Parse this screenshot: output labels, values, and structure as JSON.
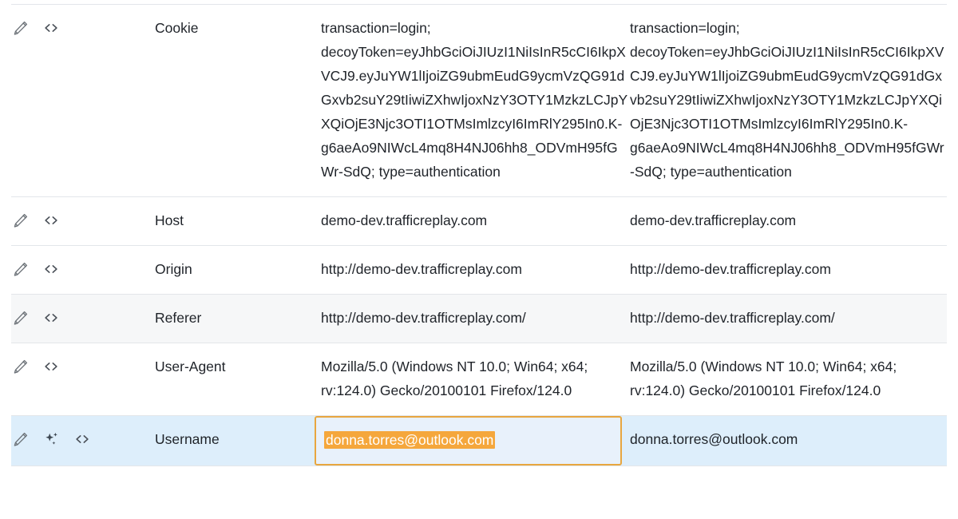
{
  "table": {
    "columns": [
      "actions",
      "header-name",
      "original-value",
      "replay-value"
    ],
    "rows": [
      {
        "name": "Cookie",
        "value1": "transaction=login; decoyToken=eyJhbGciOiJIUzI1NiIsInR5cCI6IkpXVCJ9.eyJuYW1lIjoiZG9ubmEudG9ycmVzQG91dGxvb2suY29tIiwiZXhwIjoxNzY3OTY1MzkzLCJpYXQiOjE3Njc3OTI1OTMsImlzcyI6ImRlY295In0.K-g6aeAo9NIWcL4mq8H4NJ06hh8_ODVmH95fGWr-SdQ; type=authentication",
        "value2": "transaction=login; decoyToken=eyJhbGciOiJIUzI1NiIsInR5cCI6IkpXVCJ9.eyJuYW1lIjoiZG9ubmEudG9ycmVzQG91dGxvb2suY29tIiwiZXhwIjoxNzY3OTY1MzkzLCJpYXQiOjE3Njc3OTI1OTMsImlzcyI6ImRlY295In0.K-g6aeAo9NIWcL4mq8H4NJ06hh8_ODVmH95fGWr-SdQ; type=authentication",
        "zebra": false,
        "selected": false,
        "has_sparkle": false,
        "editing": false
      },
      {
        "name": "Host",
        "value1": "demo-dev.trafficreplay.com",
        "value2": "demo-dev.trafficreplay.com",
        "zebra": false,
        "selected": false,
        "has_sparkle": false,
        "editing": false
      },
      {
        "name": "Origin",
        "value1": "http://demo-dev.trafficreplay.com",
        "value2": "http://demo-dev.trafficreplay.com",
        "zebra": false,
        "selected": false,
        "has_sparkle": false,
        "editing": false
      },
      {
        "name": "Referer",
        "value1": "http://demo-dev.trafficreplay.com/",
        "value2": "http://demo-dev.trafficreplay.com/",
        "zebra": true,
        "selected": false,
        "has_sparkle": false,
        "editing": false
      },
      {
        "name": "User-Agent",
        "value1": "Mozilla/5.0 (Windows NT 10.0; Win64; x64; rv:124.0) Gecko/20100101 Firefox/124.0",
        "value2": "Mozilla/5.0 (Windows NT 10.0; Win64; x64; rv:124.0) Gecko/20100101 Firefox/124.0",
        "zebra": false,
        "selected": false,
        "has_sparkle": false,
        "editing": false
      },
      {
        "name": "Username",
        "value1": "donna.torres@outlook.com",
        "value2": "donna.torres@outlook.com",
        "zebra": false,
        "selected": true,
        "has_sparkle": true,
        "editing": true
      }
    ]
  },
  "icons": {
    "edit": "pencil-icon",
    "sparkle": "sparkle-icon",
    "code": "code-brackets-icon"
  },
  "colors": {
    "selection_fill": "#F5A73C",
    "selection_border": "#E8A63F",
    "selected_row_bg": "#DDEEFB",
    "zebra_bg": "#F6F7F8",
    "row_border": "#E3E6EA",
    "text": "#1F2329"
  }
}
